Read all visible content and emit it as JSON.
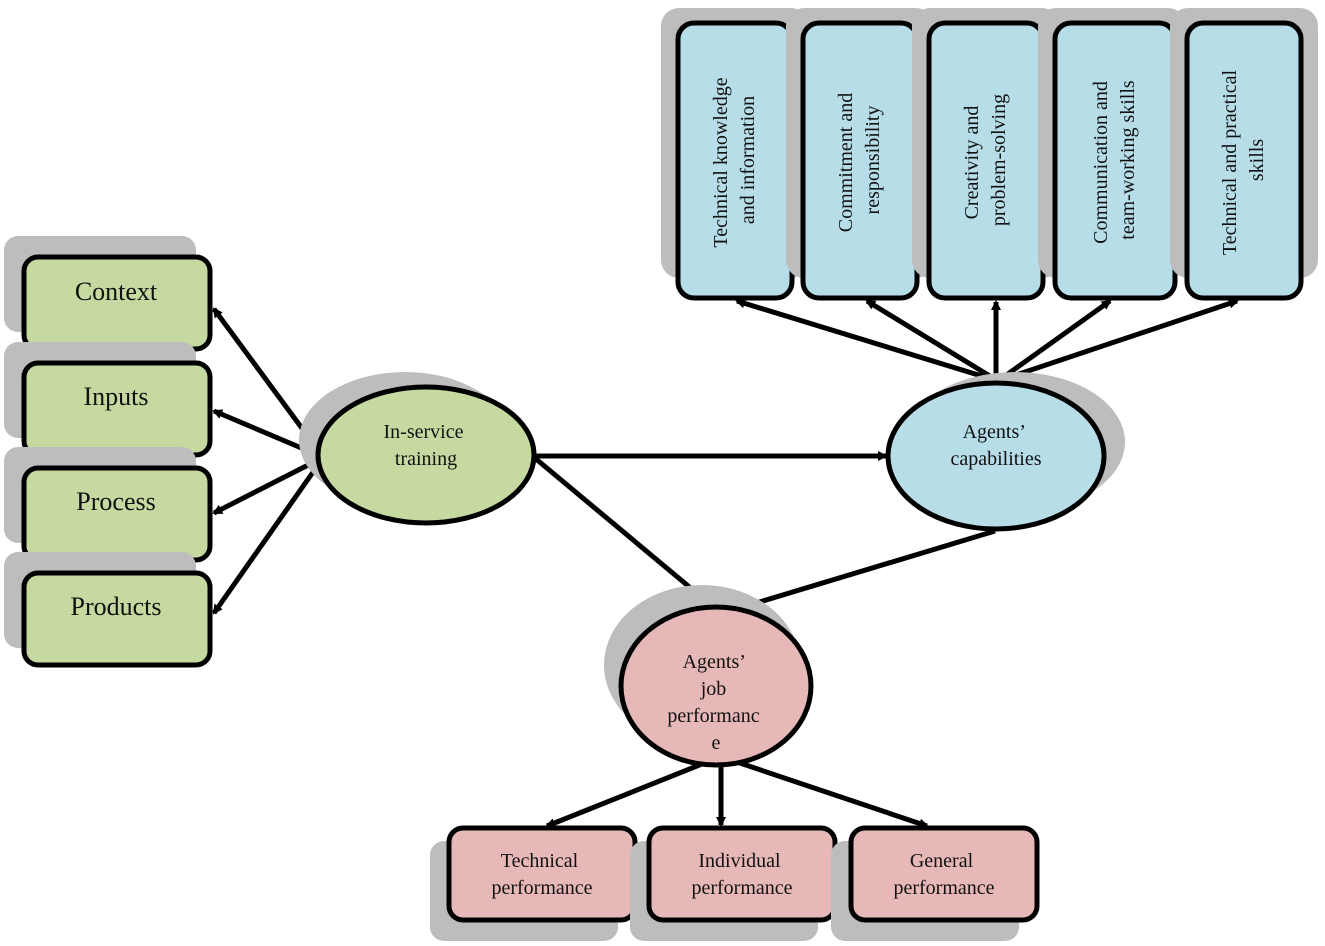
{
  "colors": {
    "green": "#c6d9a0",
    "blue": "#b6dde8",
    "pink": "#e6b8b7",
    "shadow": "#bdbdbd",
    "stroke": "#000000"
  },
  "training": {
    "label_lines": [
      "In-service",
      "training"
    ],
    "components": [
      "Context",
      "Inputs",
      "Process",
      "Products"
    ]
  },
  "capabilities": {
    "label_lines": [
      "Agents’",
      "capabilities"
    ],
    "items": [
      [
        "Technical knowledge",
        "and information"
      ],
      [
        "Commitment and",
        "responsibility"
      ],
      [
        "Creativity and",
        "problem-solving"
      ],
      [
        "Communication and",
        "team-working skills"
      ],
      [
        "Technical and practical",
        "skills"
      ]
    ]
  },
  "performance": {
    "label_lines": [
      "Agents’",
      "job",
      "performanc",
      "e"
    ],
    "items": [
      [
        "Technical",
        "performance"
      ],
      [
        "Individual",
        "performance"
      ],
      [
        "General",
        "performance"
      ]
    ]
  }
}
